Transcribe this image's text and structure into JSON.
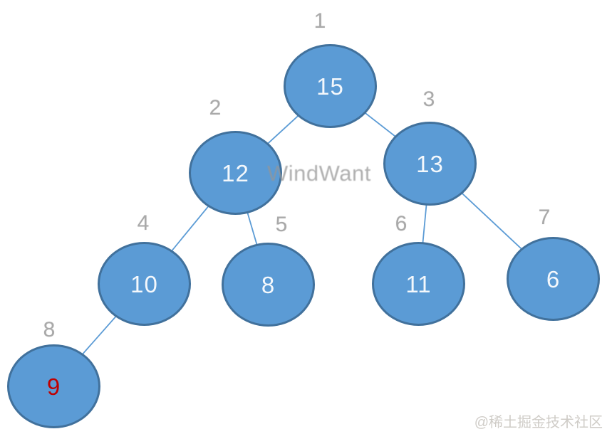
{
  "diagram": {
    "type": "binary-tree",
    "description": "Max-heap binary tree with numbered node positions",
    "nodes": [
      {
        "index_label": "1",
        "value": "15"
      },
      {
        "index_label": "2",
        "value": "12"
      },
      {
        "index_label": "3",
        "value": "13"
      },
      {
        "index_label": "4",
        "value": "10"
      },
      {
        "index_label": "5",
        "value": "8"
      },
      {
        "index_label": "6",
        "value": "11"
      },
      {
        "index_label": "7",
        "value": "6"
      },
      {
        "index_label": "8",
        "value": "9"
      }
    ],
    "edges": [
      [
        "1",
        "2"
      ],
      [
        "1",
        "3"
      ],
      [
        "2",
        "4"
      ],
      [
        "2",
        "5"
      ],
      [
        "3",
        "6"
      ],
      [
        "3",
        "7"
      ],
      [
        "4",
        "8"
      ]
    ],
    "highlighted_node": {
      "index_label": "8",
      "value": "9",
      "value_color": "#c00000"
    }
  },
  "colors": {
    "node_fill": "#5b9bd5",
    "node_border": "#41719c",
    "edge_line": "#5b9bd5",
    "node_text": "#f4f8fc",
    "highlight_text": "#c00000",
    "index_label_text": "#a9a9a9"
  },
  "watermark": {
    "text": "WindWant"
  },
  "credit": {
    "text": "@稀土掘金技术社区"
  }
}
